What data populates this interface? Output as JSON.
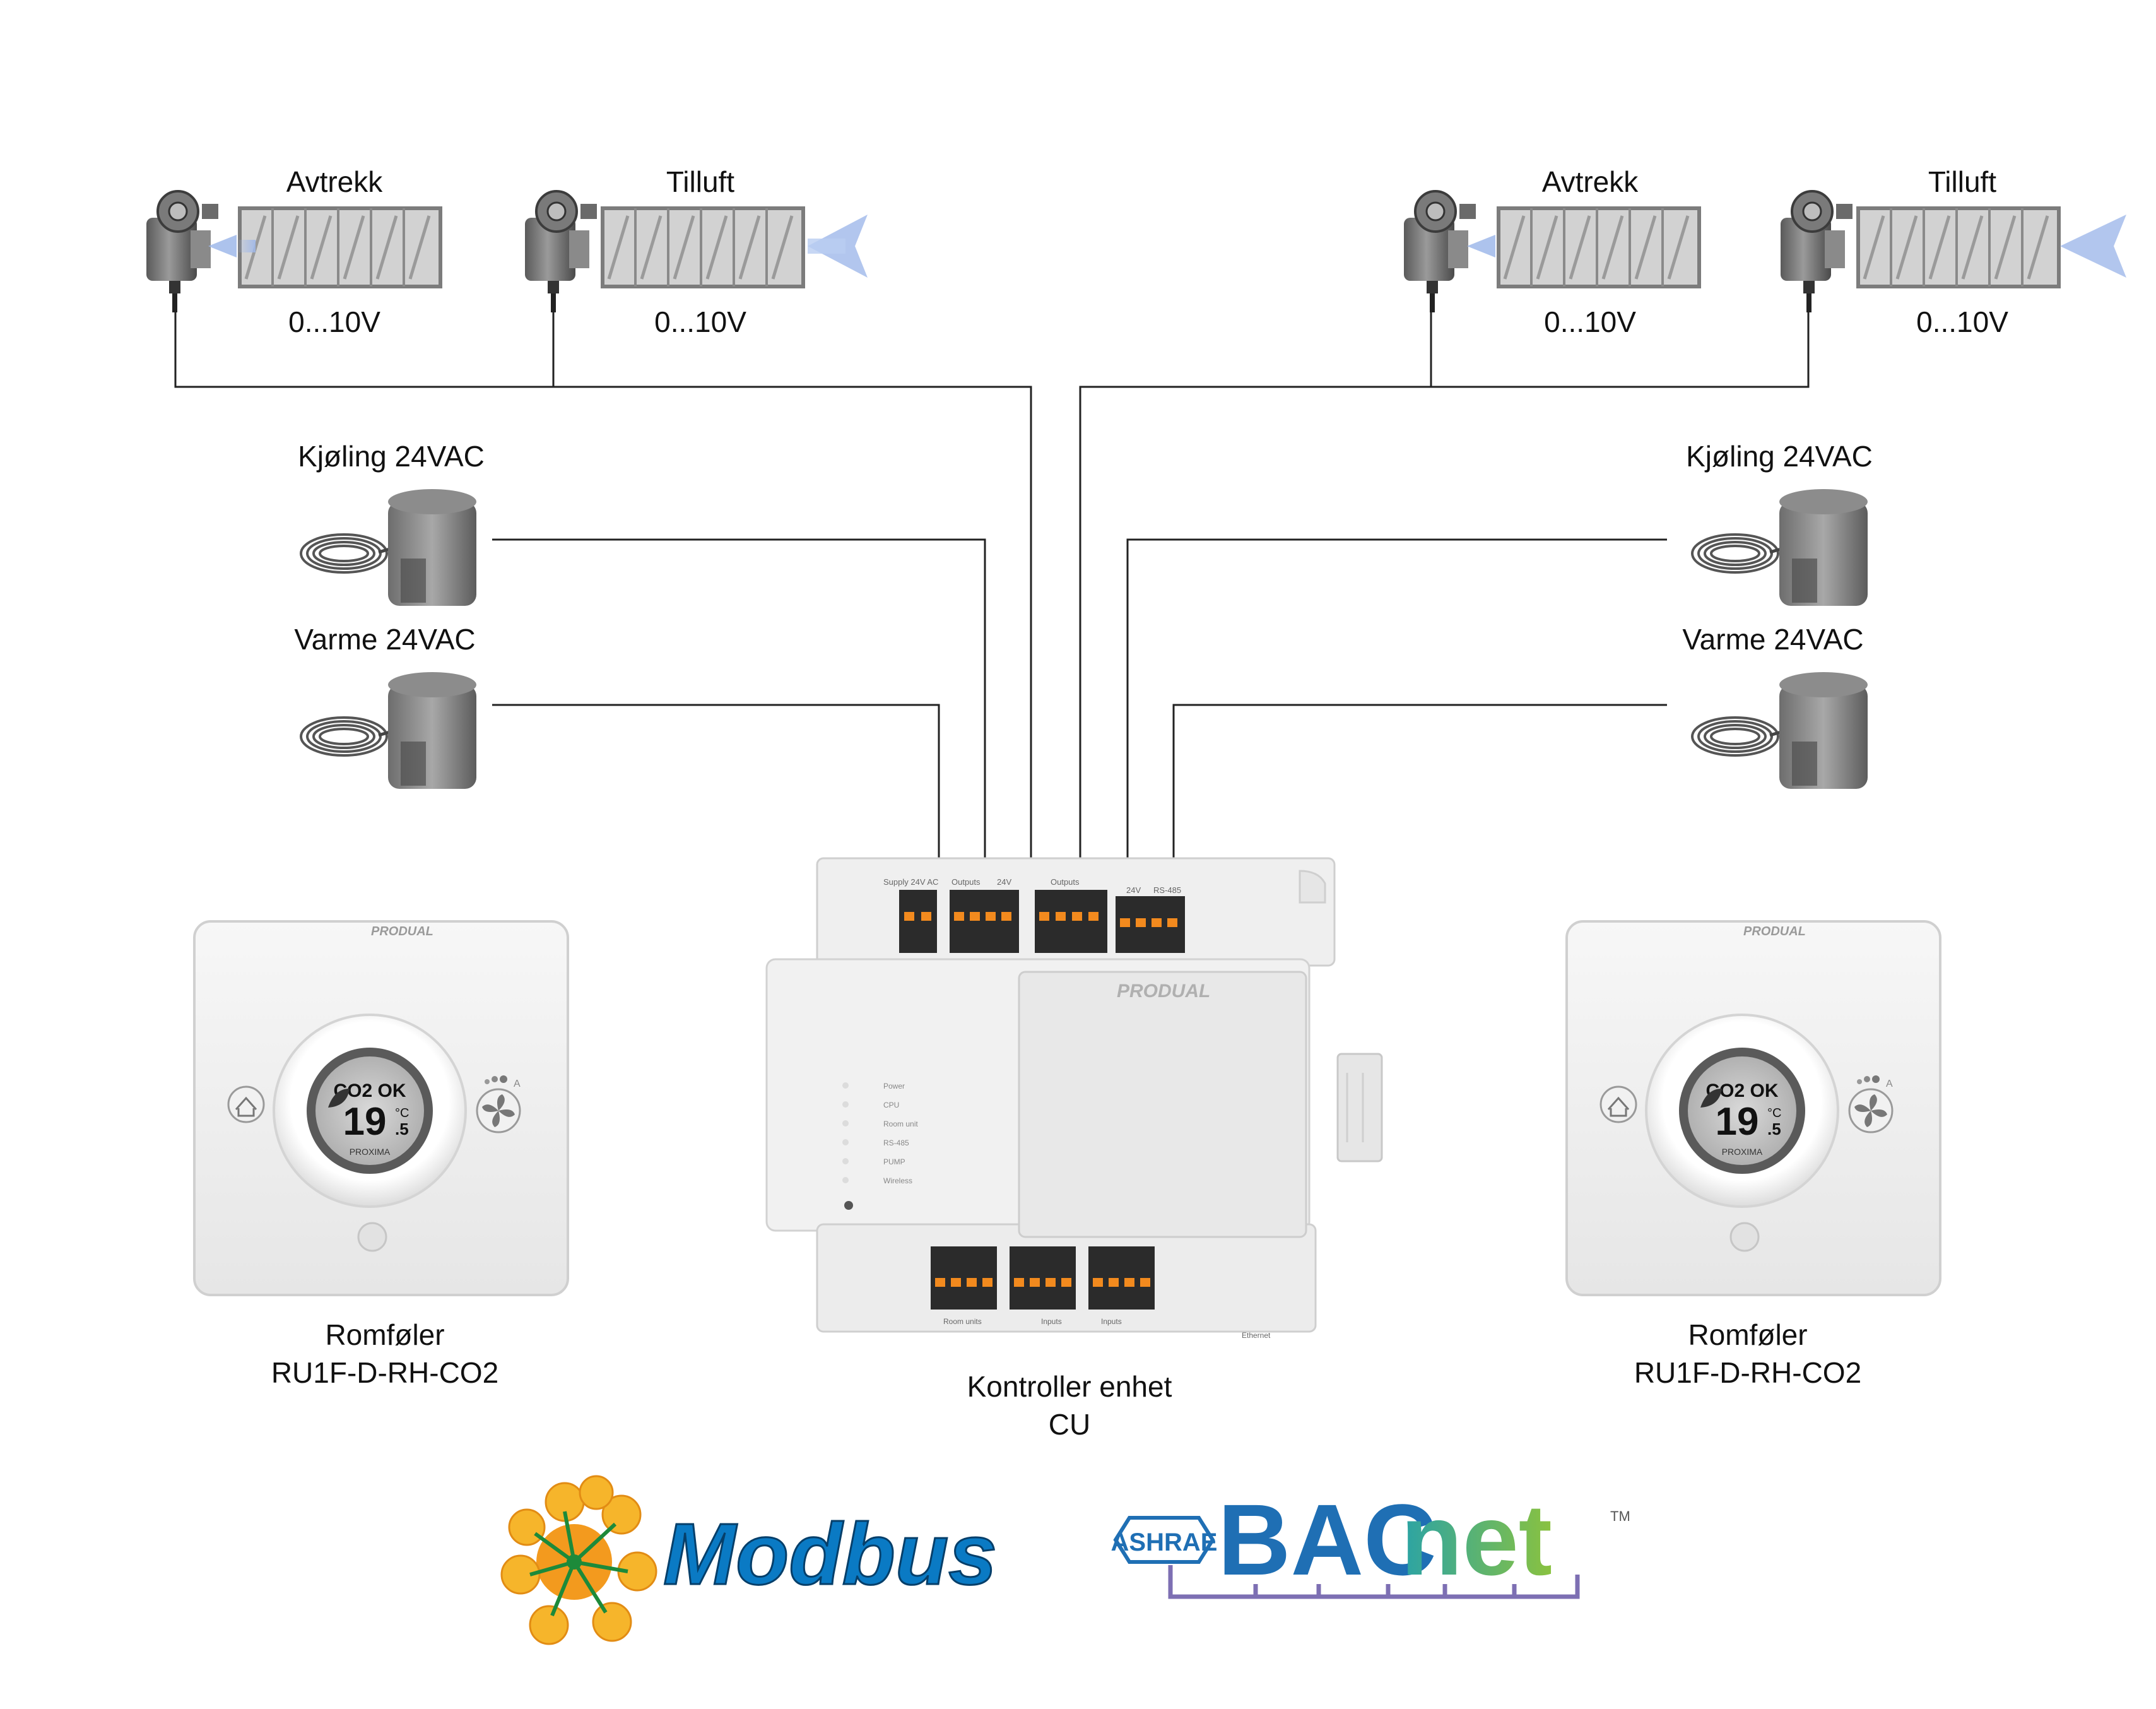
{
  "top_left": {
    "exhaust_label": "Avtrekk",
    "supply_label": "Tilluft",
    "exhaust_signal": "0...10V",
    "supply_signal": "0...10V"
  },
  "top_right": {
    "exhaust_label": "Avtrekk",
    "supply_label": "Tilluft",
    "exhaust_signal": "0...10V",
    "supply_signal": "0...10V"
  },
  "left": {
    "cooling_label": "Kjøling 24VAC",
    "heating_label": "Varme 24VAC",
    "sensor_name": "Romføler",
    "sensor_model": "RU1F-D-RH-CO2"
  },
  "right": {
    "cooling_label": "Kjøling 24VAC",
    "heating_label": "Varme 24VAC",
    "sensor_name": "Romføler",
    "sensor_model": "RU1F-D-RH-CO2"
  },
  "controller": {
    "name": "Kontroller enhet",
    "code": "CU",
    "brand": "PRODUAL",
    "top_headers": [
      "Supply 24V AC",
      "Outputs",
      "24V",
      "Outputs",
      "24V",
      "RS-485"
    ],
    "bottom_headers": [
      "Room units",
      "Inputs",
      "Inputs",
      "Ethernet"
    ],
    "leds": [
      "Power",
      "CPU",
      "Room unit",
      "RS-485",
      "PUMP",
      "Wireless"
    ]
  },
  "room_unit": {
    "brand": "PRODUAL",
    "display_status": "CO2 OK",
    "temperature": "19",
    "temperature_decimal": ".5",
    "unit": "°C",
    "display_brand": "PROXIMA",
    "fan_mode": "A"
  },
  "logos": {
    "modbus": "Modbus",
    "ashrae": "ASHRAE",
    "bacnet_a": "BAC",
    "bacnet_b": "net",
    "trademark": "TM"
  },
  "colors": {
    "modbus_blue": "#0a7ac4",
    "modbus_orange": "#f6a623",
    "bacnet_blue": "#1f6fb4",
    "bacnet_green": "#7fbf3f",
    "wire": "#222222",
    "terminal_orange": "#f28a1e"
  }
}
